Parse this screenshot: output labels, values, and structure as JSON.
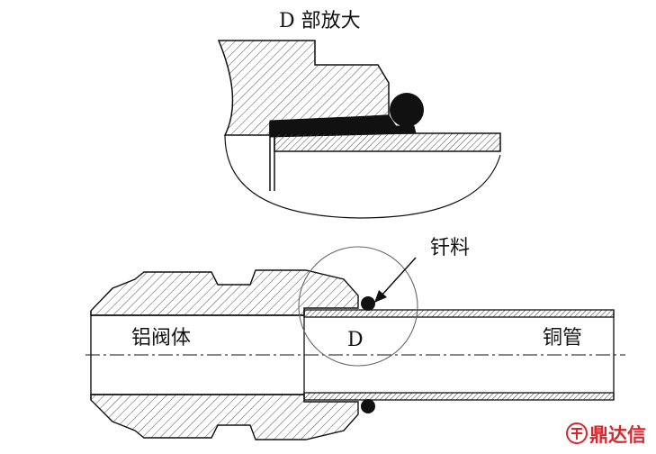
{
  "labels": {
    "detail_title": "D 部放大",
    "solder": "钎料",
    "valve_body": "铝阀体",
    "detail_marker": "D",
    "copper_tube": "铜管"
  },
  "watermark": {
    "text": "鼎达信"
  },
  "colors": {
    "line": "#111111",
    "hatch": "#444444",
    "watermark_red": "#d9262d",
    "background": "#ffffff"
  }
}
